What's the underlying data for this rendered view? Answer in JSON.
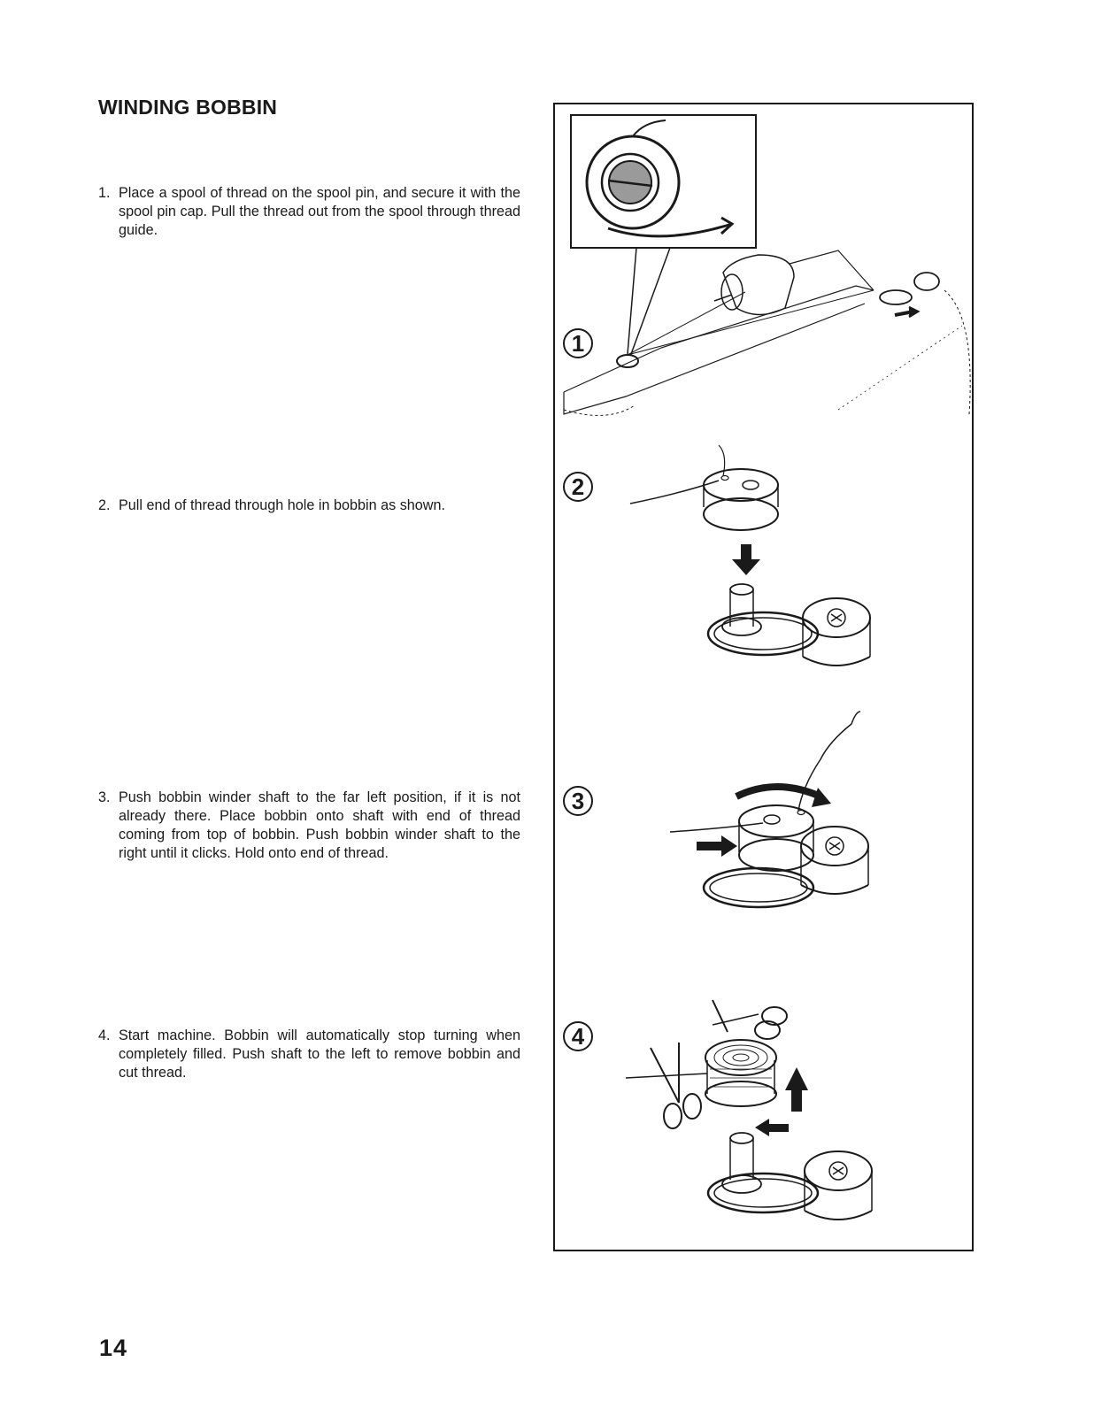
{
  "title": "WINDING BOBBIN",
  "steps": [
    {
      "num": "1.",
      "text": "Place a spool of thread on the spool pin, and secure it with the spool pin cap. Pull the thread out from the spool through thread guide."
    },
    {
      "num": "2.",
      "text": "Pull end of thread through hole in bobbin as shown."
    },
    {
      "num": "3.",
      "text": "Push bobbin winder shaft to the far left position, if it is not already there. Place bobbin onto shaft with end of thread coming from top of bobbin. Push bobbin winder shaft to the right until it clicks. Hold onto end of thread."
    },
    {
      "num": "4.",
      "text": "Start machine. Bobbin will automatically stop turning when completely filled. Push shaft to the left to remove bobbin and cut thread."
    }
  ],
  "figure_labels": [
    "1",
    "2",
    "3",
    "4"
  ],
  "page_number": "14"
}
